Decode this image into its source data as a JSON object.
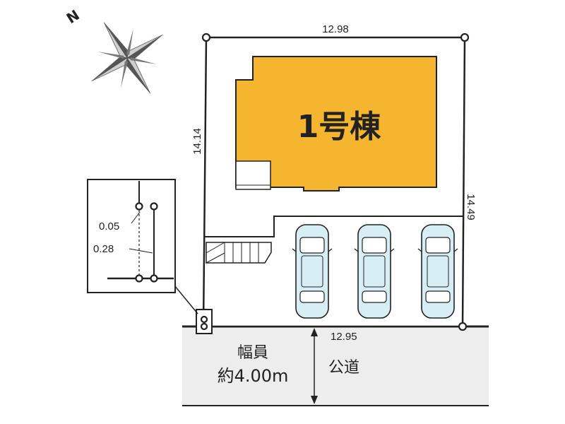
{
  "compass": {
    "north_label": "N",
    "icon": "compass-rose-icon"
  },
  "lot": {
    "top_width": "12.98",
    "left_depth": "14.14",
    "right_depth": "14.49",
    "frontage": "12.95"
  },
  "building": {
    "label": "1号棟",
    "fill_color": "#F5B52E"
  },
  "inset": {
    "offset_top": "0.05",
    "offset_bottom": "0.28"
  },
  "road": {
    "width_label": "幅員",
    "width_value": "約4.00m",
    "type_label": "公道",
    "fill_color": "#EDEDED"
  },
  "parking": {
    "car_count": 3,
    "car_color": "#D8EEF5",
    "icon": "car-icon"
  }
}
